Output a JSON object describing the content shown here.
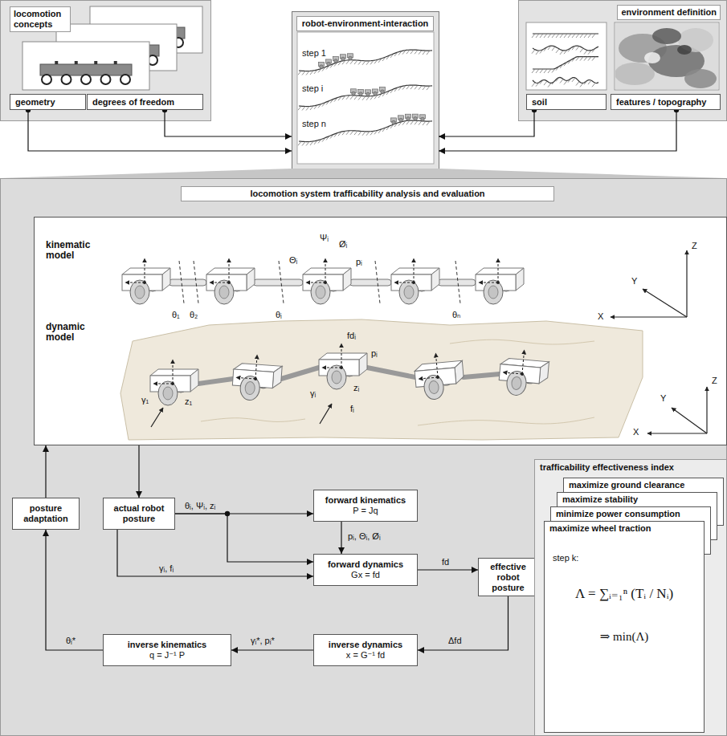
{
  "diagram": {
    "nodes": [
      {
        "text": [
          "locomotion concepts"
        ]
      },
      {
        "text": [
          "geometry"
        ],
        "in": 0
      },
      {
        "text": [
          "degrees of freedom"
        ],
        "in": 0
      },
      {
        "text": [
          "robot-environment-interaction"
        ]
      },
      {
        "text": [
          "environment definition"
        ]
      },
      {
        "text": [
          "soil"
        ],
        "in": 4
      },
      {
        "text": [
          "features / topography"
        ],
        "in": 4
      },
      {
        "text": [
          "locomotion system trafficability analysis and evaluation"
        ]
      },
      {
        "text": [
          "kinematic model",
          "dynamic model"
        ],
        "in": 7
      },
      {
        "text": [
          "posture adaptation"
        ],
        "in": 7
      },
      {
        "text": [
          "actual robot posture"
        ],
        "in": 7
      },
      {
        "text": [
          "forward kinematics",
          "P = Jq"
        ],
        "in": 7
      },
      {
        "text": [
          "forward dynamics",
          "Gx = fd"
        ],
        "in": 7
      },
      {
        "text": [
          "effective robot posture"
        ],
        "in": 7
      },
      {
        "text": [
          "inverse dynamics",
          "x = G⁻¹ fd"
        ],
        "in": 7
      },
      {
        "text": [
          "inverse kinematics",
          "q = J⁻¹ P"
        ],
        "in": 7
      },
      {
        "text": [
          "trafficability effectiveness index"
        ],
        "in": 7
      },
      {
        "text": [
          "maximize ground clearance"
        ],
        "in": 16
      },
      {
        "text": [
          "maximize stability"
        ],
        "in": 16
      },
      {
        "text": [
          "minimize power consumption"
        ],
        "in": 16
      },
      {
        "text": [
          "maximize wheel traction",
          "step k:",
          "Λ = ∑ᵢ₌₁ⁿ (Tᵢ / Nᵢ)",
          "⇒ min(Λ)"
        ],
        "in": 16
      }
    ],
    "edges": [
      {
        "from": 1,
        "to": 3,
        "arrow": "to"
      },
      {
        "from": 2,
        "to": 3,
        "arrow": "to"
      },
      {
        "from": 5,
        "to": 3,
        "arrow": "to"
      },
      {
        "from": 6,
        "to": 3,
        "arrow": "to"
      },
      {
        "from": 10,
        "to": 11,
        "label": "θᵢ, Ψᵢ, zᵢ",
        "arrow": "to"
      },
      {
        "from": 10,
        "to": 12,
        "arrow": "to"
      },
      {
        "from": 10,
        "to": 12,
        "label": "γᵢ, fᵢ",
        "arrow": "to"
      },
      {
        "from": 11,
        "to": 12,
        "label": "pᵢ, Θᵢ, Øᵢ",
        "arrow": "to"
      },
      {
        "from": 12,
        "to": 13,
        "label": "fd",
        "arrow": "to"
      },
      {
        "from": 13,
        "to": 14,
        "label": "Δfd",
        "arrow": "to"
      },
      {
        "from": 14,
        "to": 15,
        "label": "γᵢ*, pᵢ*",
        "arrow": "to"
      },
      {
        "from": 15,
        "to": 9,
        "label": "θᵢ*",
        "arrow": "to"
      },
      {
        "from": 9,
        "to": 8,
        "arrow": "to"
      },
      {
        "from": 8,
        "to": 10,
        "arrow": "to"
      }
    ],
    "labels": [
      "step 1",
      "step i",
      "step n",
      "Ψᵢ",
      "Øᵢ",
      "Θᵢ",
      "pᵢ",
      "θ₁",
      "θ₂",
      "θᵢ",
      "θₙ",
      "Z",
      "Y",
      "X",
      "fdᵢ",
      "pᵢ",
      "γ₁",
      "z₁",
      "γᵢ",
      "zᵢ",
      "fᵢ",
      "Z",
      "Y",
      "X"
    ]
  }
}
